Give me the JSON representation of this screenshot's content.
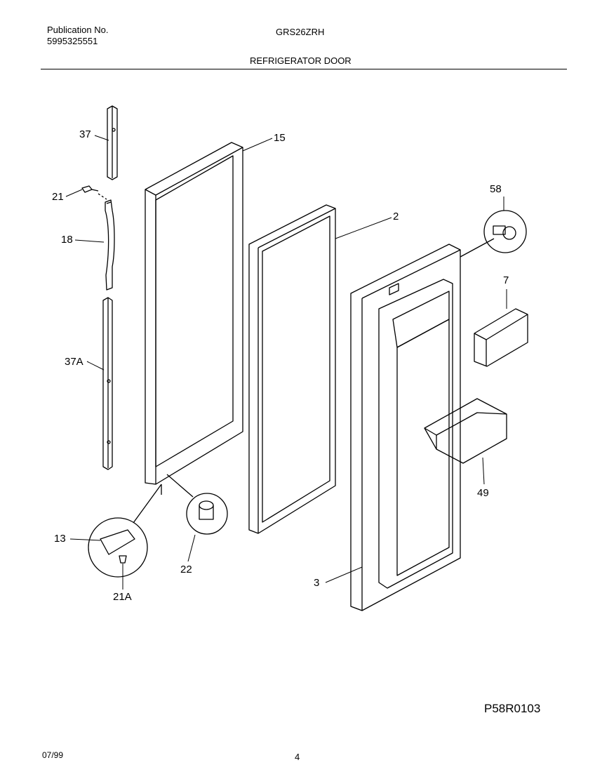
{
  "header": {
    "publication_label": "Publication No.",
    "publication_number": "5995325551",
    "model": "GRS26ZRH",
    "section_title": "REFRIGERATOR DOOR"
  },
  "callouts": {
    "c37": "37",
    "c21": "21",
    "c18": "18",
    "c37a": "37A",
    "c13": "13",
    "c21a": "21A",
    "c22": "22",
    "c15": "15",
    "c2": "2",
    "c3": "3",
    "c58": "58",
    "c7": "7",
    "c49": "49"
  },
  "footer": {
    "diagram_code": "P58R0103",
    "date": "07/99",
    "page": "4"
  }
}
